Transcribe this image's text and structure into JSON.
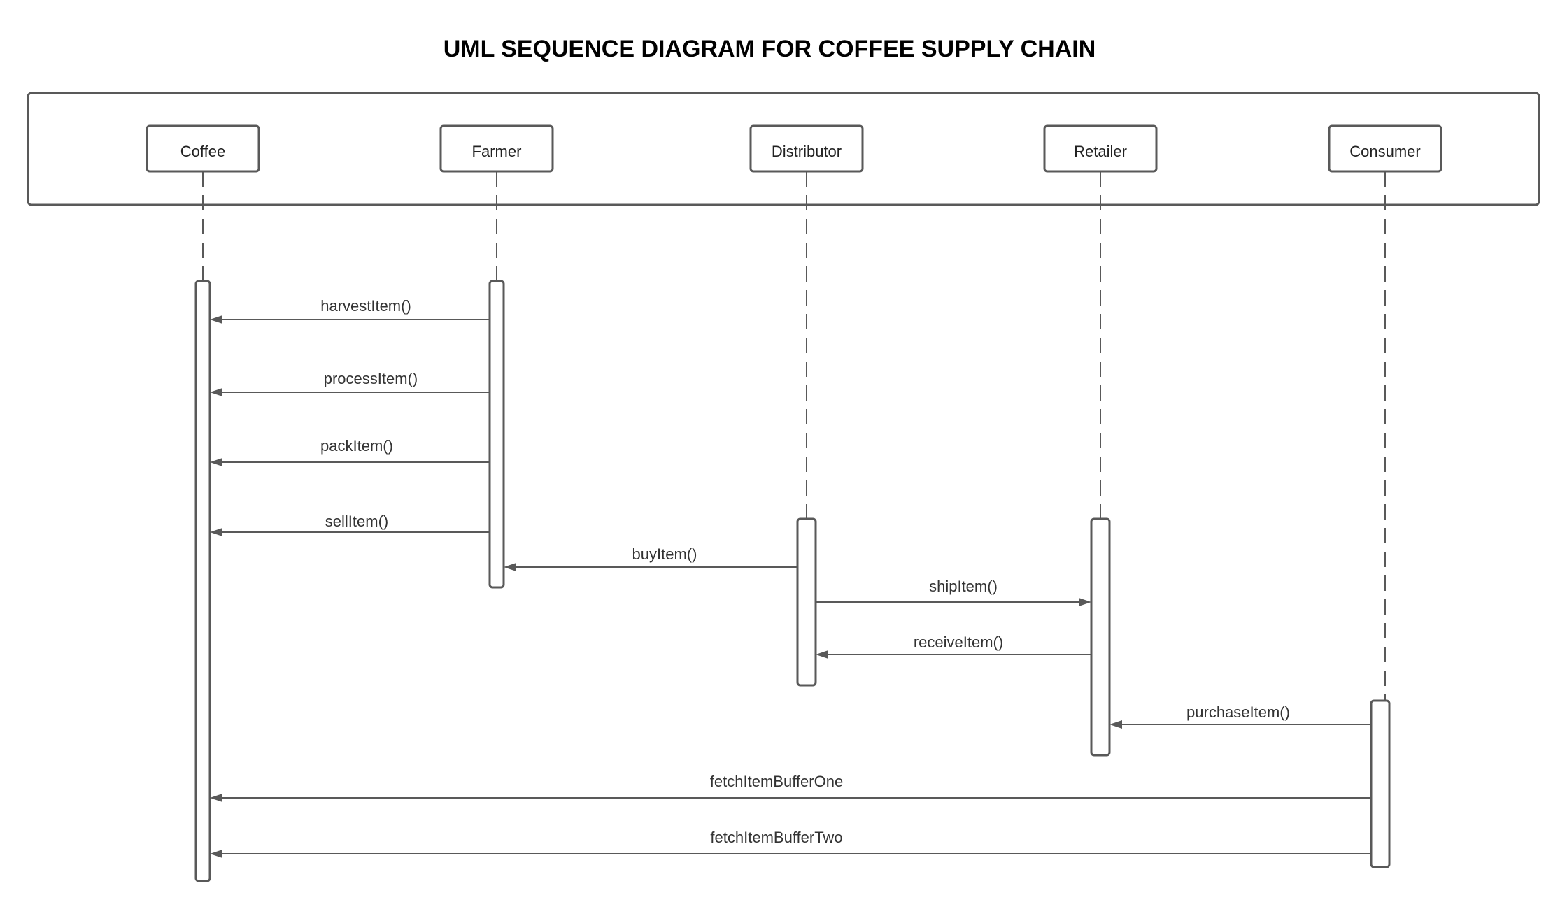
{
  "title": "UML SEQUENCE DIAGRAM FOR COFFEE SUPPLY CHAIN",
  "participants": [
    {
      "id": "coffee",
      "label": "Coffee"
    },
    {
      "id": "farmer",
      "label": "Farmer"
    },
    {
      "id": "distributor",
      "label": "Distributor"
    },
    {
      "id": "retailer",
      "label": "Retailer"
    },
    {
      "id": "consumer",
      "label": "Consumer"
    }
  ],
  "messages": [
    {
      "label": "harvestItem()",
      "from": "farmer",
      "to": "coffee"
    },
    {
      "label": "processItem()",
      "from": "farmer",
      "to": "coffee"
    },
    {
      "label": "packItem()",
      "from": "farmer",
      "to": "coffee"
    },
    {
      "label": "sellItem()",
      "from": "farmer",
      "to": "coffee"
    },
    {
      "label": "buyItem()",
      "from": "distributor",
      "to": "farmer"
    },
    {
      "label": "shipItem()",
      "from": "distributor",
      "to": "retailer"
    },
    {
      "label": "receiveItem()",
      "from": "retailer",
      "to": "distributor"
    },
    {
      "label": "purchaseItem()",
      "from": "consumer",
      "to": "retailer"
    },
    {
      "label": "fetchItemBufferOne",
      "from": "consumer",
      "to": "coffee"
    },
    {
      "label": "fetchItemBufferTwo",
      "from": "consumer",
      "to": "coffee"
    }
  ],
  "colors": {
    "line": "#595959",
    "text": "#333333",
    "title": "#000000"
  }
}
